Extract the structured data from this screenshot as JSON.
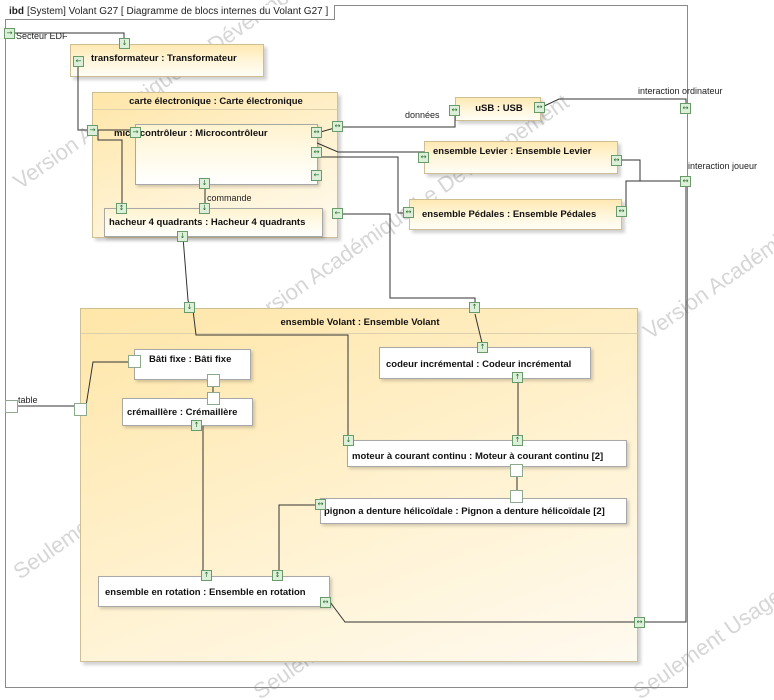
{
  "frame": {
    "kind": "ibd",
    "header": "[System] Volant G27 [ Diagramme de blocs internes du Volant G27 ]"
  },
  "watermark": {
    "lines": [
      "Version Académique Le Développement",
      "Seulement Usage commercial interdit"
    ],
    "color": "#d6d6d6"
  },
  "icons": {
    "port_in": "arrow-down-icon",
    "port_out": "arrow-right-icon",
    "port_bidir": "double-arrow-icon"
  },
  "external_ports": {
    "secteur_edf": "Secteur EDF",
    "table": "table",
    "interaction_ordinateur": "interaction ordinateur",
    "interaction_joueur": "interaction joueur"
  },
  "blocks": {
    "transformateur": "transformateur : Transformateur",
    "carte": "carte électronique : Carte électronique",
    "microcontroleur": "microcontrôleur : Microcontrôleur",
    "hacheur": "hacheur 4 quadrants : Hacheur 4 quadrants",
    "usb": "uSB : USB",
    "levier": "ensemble Levier : Ensemble Levier",
    "pedales": "ensemble Pédales : Ensemble Pédales",
    "volant": "ensemble Volant : Ensemble Volant",
    "bati": "Bâti fixe : Bâti fixe",
    "cremaillere": "crémaillère : Crémaillère",
    "codeur": "codeur incrémental : Codeur incrémental",
    "moteur": "moteur à courant continu : Moteur à courant continu [2]",
    "pignon": "pignon a denture hélicoïdale : Pignon a denture hélicoïdale [2]",
    "rotation": "ensemble en rotation : Ensemble en rotation"
  },
  "flow_labels": {
    "donnees": "données",
    "commande": "commande"
  },
  "colors": {
    "block_fill": "#ffe9b3",
    "port_fill": "#dbefd9",
    "port_border": "#6a9a6a",
    "wire": "#333333"
  }
}
